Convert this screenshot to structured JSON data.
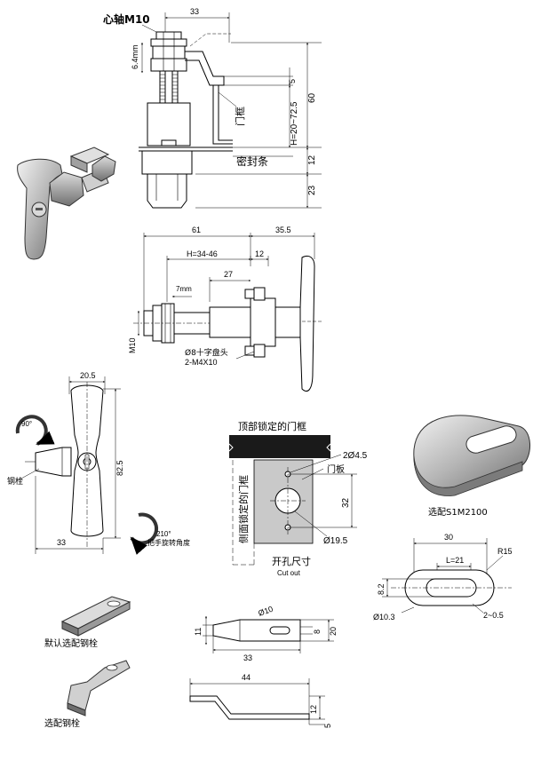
{
  "labels": {
    "shaft": "心轴M10",
    "dim_33_top": "33",
    "dim_6_4": "6.4mm",
    "dim_5": "5",
    "dim_h": "H=20~72.5",
    "dim_60": "60",
    "door_frame": "门框",
    "seal": "密封条",
    "dim_12_a": "12",
    "dim_23": "23",
    "dim_61": "61",
    "dim_35_5": "35.5",
    "dim_h2": "H=34-46",
    "dim_12_b": "12",
    "dim_27": "27",
    "dim_7mm": "7mm",
    "m10": "M10",
    "screw1": "Ø8十字盘头",
    "screw2": "2-M4X10",
    "dim_20_5": "20.5",
    "dim_82_5": "82.5",
    "dim_33_handle": "33",
    "pawl": "钢栓",
    "rot_90": "90°",
    "rot_210": "210°",
    "rot_text": "把手旋转角度",
    "top_frame": "顶部锁定的门框",
    "side_frame": "侧面锁定的门框",
    "hole_4_5": "2Ø4.5",
    "door_plate": "门板",
    "dim_32": "32",
    "hole_19_5": "Ø19.5",
    "cutout_cn": "开孔尺寸",
    "cutout_en": "Cut out",
    "option_part": "选配S1M2100",
    "dim_30": "30",
    "dim_r15": "R15",
    "dim_l21": "L=21",
    "dim_8_2": "8.2",
    "dim_10_3": "Ø10.3",
    "dim_2_0_5": "2~0.5",
    "default_pawl": "默认选配钢栓",
    "dim_phi10": "Ø10",
    "dim_11": "11",
    "dim_8": "8",
    "dim_20": "20",
    "dim_33_pawl": "33",
    "option_pawl": "选配钢栓",
    "dim_44": "44",
    "dim_12_c": "12",
    "dim_5_b": "5"
  }
}
